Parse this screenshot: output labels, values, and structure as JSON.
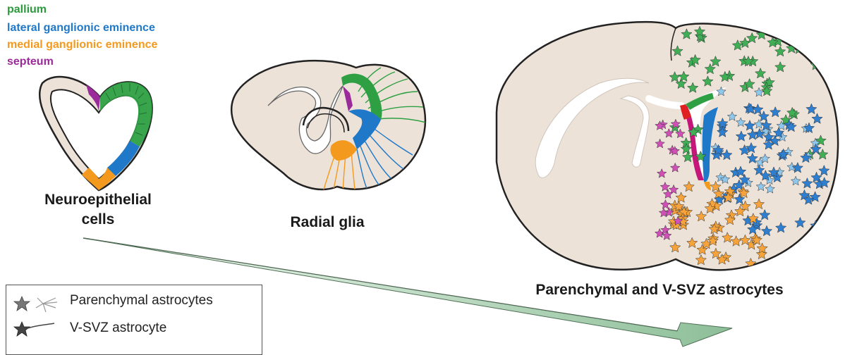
{
  "color_key": [
    {
      "label": "pallium",
      "color": "#2a9a3c"
    },
    {
      "label": "lateral ganglionic eminence",
      "color": "#1f78c8"
    },
    {
      "label": "medial ganglionic eminence",
      "color": "#f39a1e"
    },
    {
      "label": "septeum",
      "color": "#9b2a9b"
    }
  ],
  "captions": {
    "neuroepithelial": "Neuroepithelial\ncells",
    "radial": "Radial glia",
    "adult": "Parenchymal and V-SVZ astrocytes"
  },
  "legend": {
    "parenchymal": "Parenchymal astrocytes",
    "vsvz": "V-SVZ astrocyte"
  },
  "colors": {
    "tissue": "#ede2d8",
    "outline": "#222222",
    "arrow": "#8fbf9a"
  }
}
